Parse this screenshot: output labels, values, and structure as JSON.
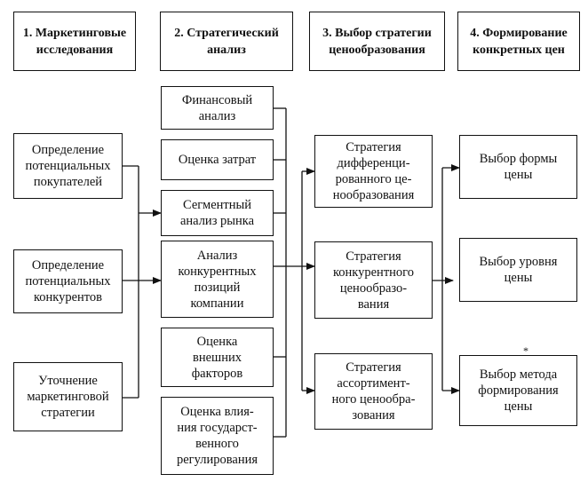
{
  "headers": [
    "1. Маркетинговые\nисследования",
    "2. Стратегический\nанализ",
    "3. Выбор стратегии\nценообразования",
    "4. Формирование\nконкретных цен"
  ],
  "column1": [
    "Определение\nпотенциальных\nпокупателей",
    "Определение\nпотенциальных\nконкурентов",
    "Уточнение\nмаркетинговой\nстратегии"
  ],
  "column2": [
    "Финансовый\nанализ",
    "Оценка затрат",
    "Сегментный\nанализ рынка",
    "Анализ\nконкурентных\nпозиций\nкомпании",
    "Оценка\nвнешних\nфакторов",
    "Оценка влия-\nния государст-\nвенного\nрегулирования"
  ],
  "column3": [
    "Стратегия\nдифференци-\nрованного це-\nнообразования",
    "Стратегия\nконкурентного\nценообразо-\nвания",
    "Стратегия\nассортимент-\nного ценообра-\nзования"
  ],
  "column4": [
    "Выбор формы\nцены",
    "Выбор уровня\nцены",
    "Выбор метода\nформирования\nцены"
  ],
  "footnote_mark": "*"
}
